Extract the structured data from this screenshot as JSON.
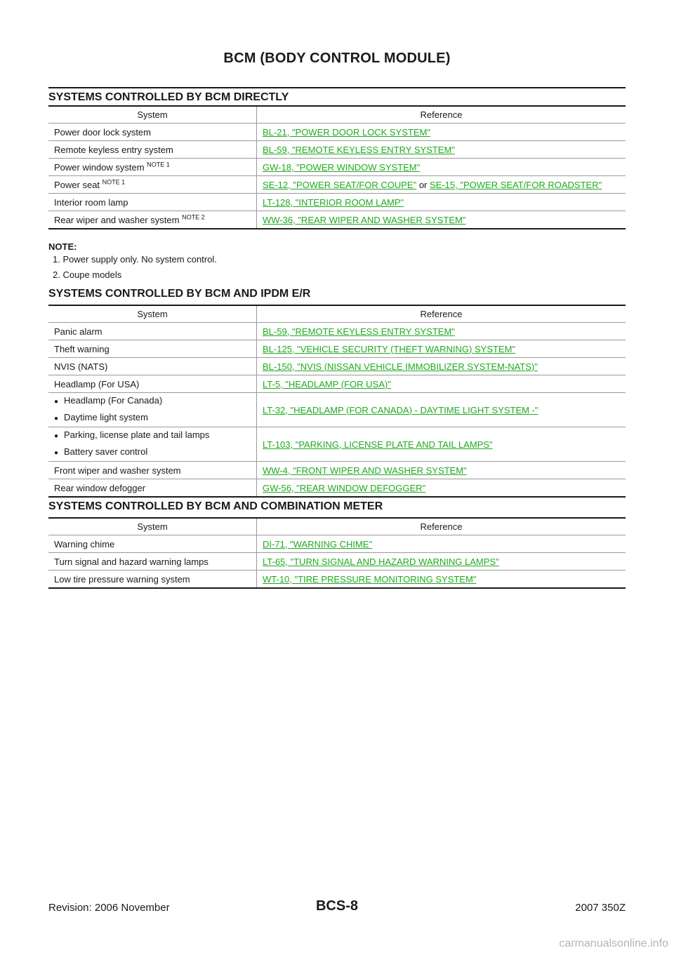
{
  "page": {
    "title": "BCM (BODY CONTROL MODULE)"
  },
  "columns": {
    "system": "System",
    "reference": "Reference"
  },
  "section1": {
    "heading": "SYSTEMS CONTROLLED BY BCM DIRECTLY",
    "rows": [
      {
        "system": "Power door lock system",
        "ref": "BL-21, \"POWER DOOR LOCK SYSTEM\""
      },
      {
        "system": "Remote keyless entry system",
        "ref": "BL-59, \"REMOTE KEYLESS ENTRY SYSTEM\""
      },
      {
        "system": "Power window system",
        "note": "NOTE 1",
        "ref": "GW-18, \"POWER WINDOW SYSTEM\""
      },
      {
        "system": "Power seat",
        "note": "NOTE 1",
        "ref": "SE-12, \"POWER SEAT/FOR COUPE\"",
        "joiner": " or ",
        "ref2": "SE-15, \"POWER SEAT/FOR ROADSTER\""
      },
      {
        "system": "Interior room lamp",
        "ref": "LT-128, \"INTERIOR ROOM LAMP\""
      },
      {
        "system": "Rear wiper and washer system",
        "note": "NOTE 2",
        "ref": "WW-36, \"REAR WIPER AND WASHER SYSTEM\""
      }
    ]
  },
  "notes": {
    "label": "NOTE:",
    "items": [
      "1.  Power supply only. No system control.",
      "2.  Coupe models"
    ]
  },
  "section2": {
    "heading": "SYSTEMS CONTROLLED BY BCM AND IPDM E/R",
    "rows": [
      {
        "system": "Panic alarm",
        "ref": "BL-59, \"REMOTE KEYLESS ENTRY SYSTEM\""
      },
      {
        "system": "Theft warning",
        "ref": "BL-125, \"VEHICLE SECURITY (THEFT WARNING) SYSTEM\""
      },
      {
        "system": "NVIS (NATS)",
        "ref": "BL-150, \"NVIS (NISSAN VEHICLE IMMOBILIZER SYSTEM-NATS)\""
      },
      {
        "system": "Headlamp (For USA)",
        "ref": "LT-5, \"HEADLAMP (FOR USA)\""
      },
      {
        "bullets": [
          "Headlamp (For Canada)",
          "Daytime light system"
        ],
        "ref": "LT-32, \"HEADLAMP (FOR CANADA) - DAYTIME LIGHT SYSTEM -\""
      },
      {
        "bullets": [
          "Parking, license plate and tail lamps",
          "Battery saver control"
        ],
        "ref": "LT-103, \"PARKING, LICENSE PLATE AND TAIL LAMPS\""
      },
      {
        "system": "Front wiper and washer system",
        "ref": "WW-4, \"FRONT WIPER AND WASHER SYSTEM\""
      },
      {
        "system": "Rear window defogger",
        "ref": "GW-56, \"REAR WINDOW DEFOGGER\""
      }
    ]
  },
  "section3": {
    "heading": "SYSTEMS CONTROLLED BY BCM AND COMBINATION METER",
    "rows": [
      {
        "system": "Warning chime",
        "ref": "DI-71, \"WARNING CHIME\""
      },
      {
        "system": "Turn signal and hazard warning lamps",
        "ref": "LT-65, \"TURN SIGNAL AND HAZARD WARNING LAMPS\""
      },
      {
        "system": "Low tire pressure warning system",
        "ref": "WT-10, \"TIRE PRESSURE MONITORING SYSTEM\""
      }
    ]
  },
  "footer": {
    "revision": "Revision: 2006 November",
    "page_number": "BCS-8",
    "model": "2007 350Z"
  },
  "watermark": "carmanualsonline.info",
  "colors": {
    "link": "#1faa1f",
    "text": "#1a1a1a"
  },
  "icons": {
    "bullet": "bullet-dot-icon"
  }
}
